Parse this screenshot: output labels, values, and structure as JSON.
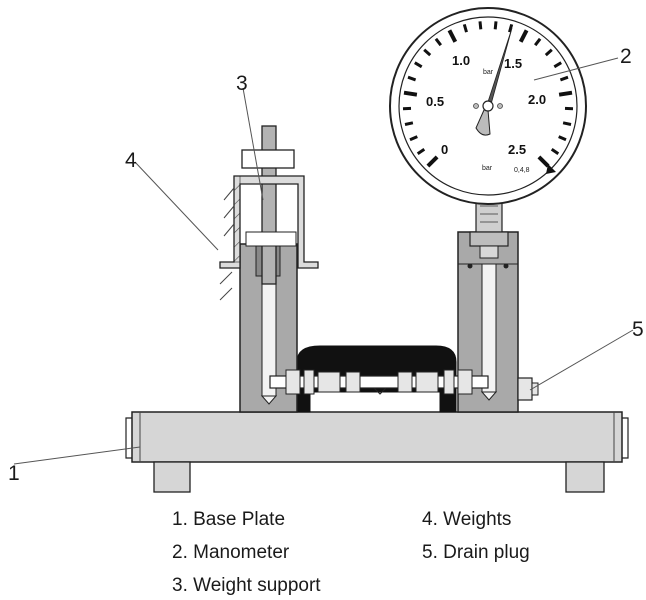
{
  "callouts": {
    "c1": "1",
    "c2": "2",
    "c3": "3",
    "c4": "4",
    "c5": "5"
  },
  "gauge": {
    "scale": [
      "0",
      "0.5",
      "1.0",
      "1.5",
      "2.0",
      "2.5"
    ],
    "unit": "bar",
    "unit_small": "bar",
    "unit_right": "0,4,8"
  },
  "legend": [
    "1. Base Plate",
    "2. Manometer",
    "3. Weight support",
    "4. Weights",
    "5. Drain plug"
  ]
}
